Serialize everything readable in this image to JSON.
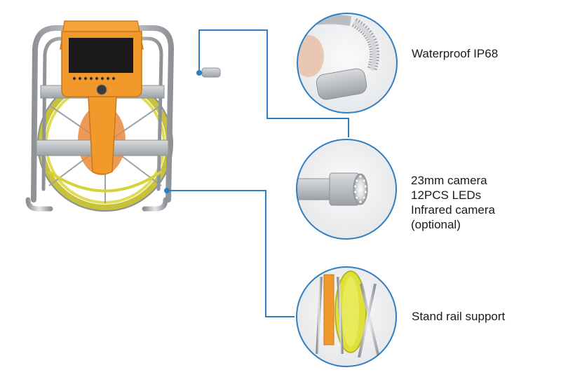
{
  "colors": {
    "connector": "#2f7fc3",
    "frame_metal": "#b9bcc0",
    "monitor_orange": "#f2992b",
    "cable_yellow": "#d6d23a",
    "circle_border": "#2f7fc3"
  },
  "features": [
    {
      "lines": [
        "Waterproof IP68"
      ]
    },
    {
      "lines": [
        "23mm camera",
        "12PCS LEDs",
        "Infrared camera",
        "(optional)"
      ]
    },
    {
      "lines": [
        "Stand rail support"
      ]
    }
  ]
}
